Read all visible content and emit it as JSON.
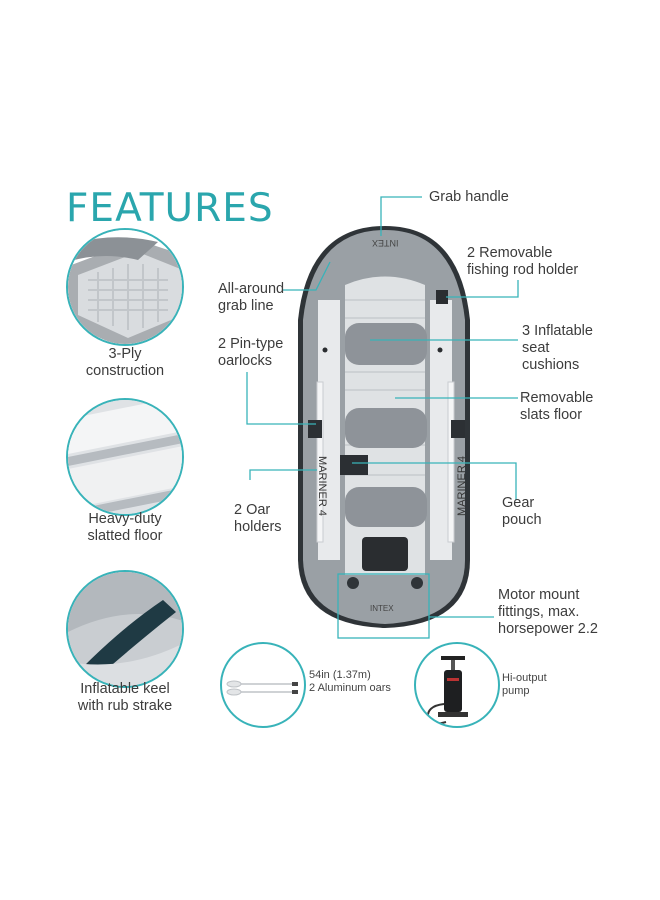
{
  "title": "FEATURES",
  "features": [
    {
      "icon": "ply-material-icon",
      "caption": [
        "3-Ply",
        "construction"
      ]
    },
    {
      "icon": "slatted-floor-icon",
      "caption": [
        "Heavy-duty",
        "slatted floor"
      ]
    },
    {
      "icon": "keel-icon",
      "caption": [
        "Inflatable keel",
        "with rub strake"
      ]
    }
  ],
  "callouts": {
    "grab_handle": [
      "Grab handle"
    ],
    "grab_line": [
      "All-around",
      "grab line"
    ],
    "oarlocks": [
      "2 Pin-type",
      "oarlocks"
    ],
    "oar_holders": [
      "2 Oar",
      "holders"
    ],
    "rod_holder": [
      "2 Removable",
      "fishing rod holder"
    ],
    "seat_cushions": [
      "3 Inflatable",
      "seat",
      "cushions"
    ],
    "slats_floor": [
      "Removable",
      "slats floor"
    ],
    "gear_pouch": [
      "Gear",
      "pouch"
    ],
    "motor_mount": [
      "Motor mount",
      "fittings, max.",
      "horsepower 2.2"
    ]
  },
  "boat": {
    "brand_top": "INTEX",
    "model_left": "MARINER 4",
    "model_right": "MARINER 4",
    "brand_stern": "INTEX"
  },
  "accessories": {
    "oars": [
      "54in (1.37m)",
      "2 Aluminum oars"
    ],
    "pump": [
      "Hi-output",
      "pump"
    ]
  },
  "colors": {
    "accent": "#2aa6ad",
    "boat_grey": "#8e9399",
    "boat_light": "#e4e6e8"
  }
}
